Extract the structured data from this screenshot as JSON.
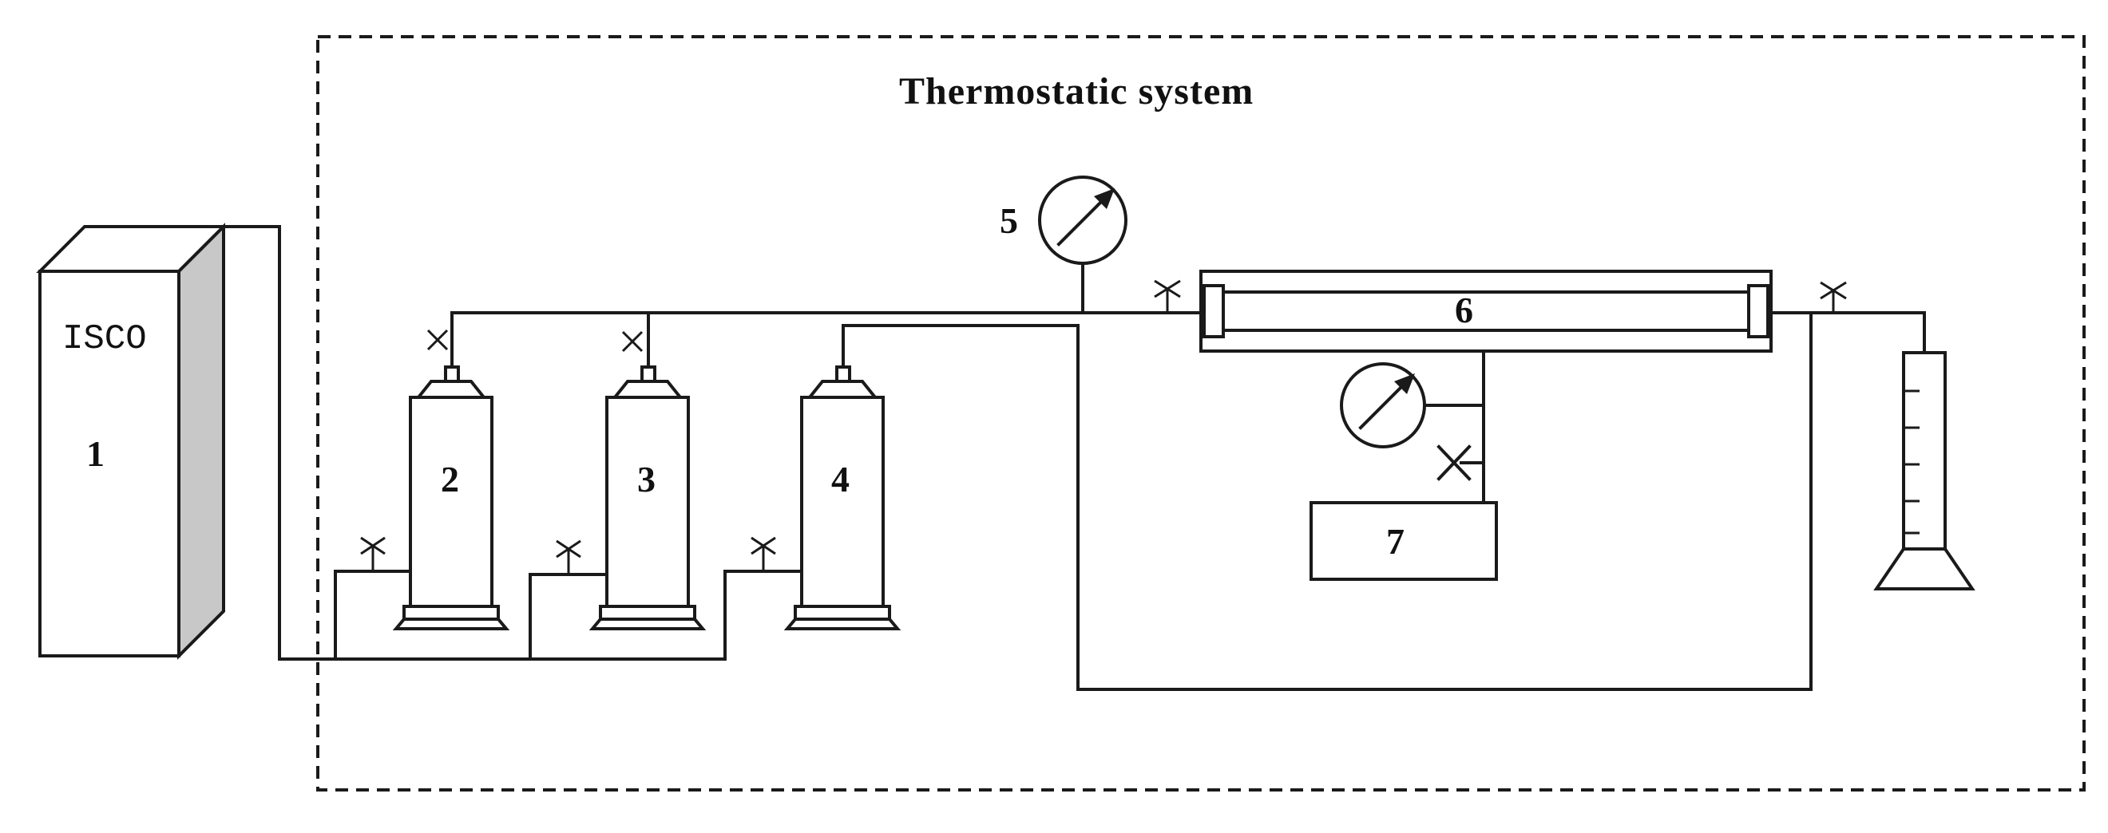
{
  "title": "Thermostatic system",
  "pump": {
    "brand": "ISCO",
    "number": "1"
  },
  "containers": [
    {
      "number": "2"
    },
    {
      "number": "3"
    },
    {
      "number": "4"
    }
  ],
  "gauge_label": "5",
  "core_holder_label": "6",
  "back_pressure_label": "7",
  "colors": {
    "line": "#1a1a1a",
    "pump_side": "#c8c8c8",
    "background": "#ffffff"
  }
}
